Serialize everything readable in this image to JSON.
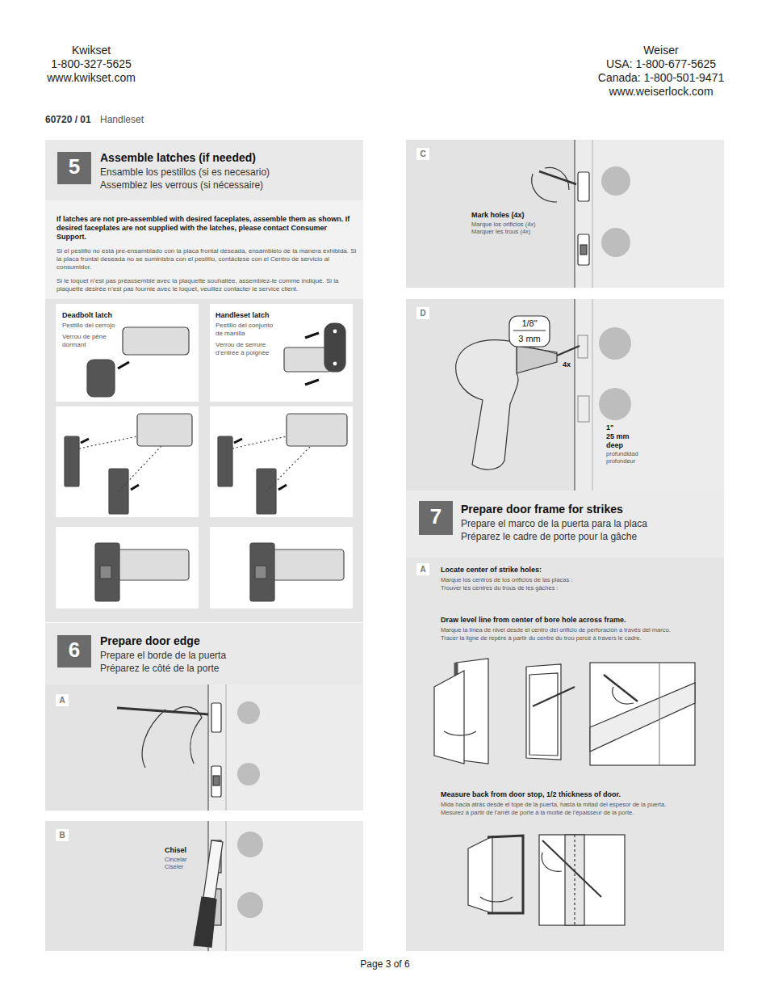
{
  "diagram": {
    "nodes": [
      {
        "text": [
          "Assemble latches (if needed)",
          "Ensamble los pestillos (si es necesario)",
          "Assemblez les verrous (si nécessaire)"
        ]
      },
      {
        "text": [
          "5"
        ],
        "in": 0
      },
      {
        "text": [
          "If latches are not pre-assembled with desired faceplates, assemble them as shown. If desired faceplates are not supplied with the latches, please contact Consumer Support.",
          "Si el pestillo no está pre-ensamblado con la placa frontal deseada, ensámblelo de la manera exhibida. Si la placa frontal deseada no se suministra con el pestillo, contáctese con el Centro de servicio al consumidor.",
          "Si le loquet n’est pas préassemblé avec la plaquette souhaitée, assemblez-le comme indiqué. Si la plaquette désirée n’est pas fournie avec le loquet, veuillez contacter le service client."
        ],
        "in": 0
      },
      {
        "text": [
          "Deadbolt latch",
          "Pestillo del cerrojo",
          "Verrou de pêne dormant"
        ],
        "in": 0
      },
      {
        "text": [
          "Handleset latch",
          "Pestillo del conjunto de manilla",
          "Verrou de serrure d’entrée à poignée"
        ],
        "in": 0
      },
      {
        "text": [
          "Prepare door edge",
          "Prepare el borde de la puerta",
          "Préparez le côté de la porte"
        ]
      },
      {
        "text": [
          "6"
        ],
        "in": 5
      },
      {
        "text": [
          "A"
        ]
      },
      {
        "text": [
          "B",
          "Chisel",
          "Cincelar",
          "Ciseler"
        ]
      },
      {
        "text": [
          "C",
          "Mark holes (4x)",
          "Marque los orificios (4x)",
          "Marquer les trous (4x)"
        ]
      },
      {
        "text": [
          "D",
          "1/8\"",
          "3 mm",
          "4x",
          "1\"",
          "25 mm",
          "deep",
          "profundidad",
          "profondeur"
        ]
      },
      {
        "text": [
          "Prepare door frame for strikes",
          "Prepare el marco de la puerta para la placa",
          "Préparez le cadre de porte pour la gâche"
        ]
      },
      {
        "text": [
          "7"
        ],
        "in": 11
      },
      {
        "text": [
          "A",
          "Locate center of strike holes:",
          "Marque los centros de los orificios de las placas :",
          "Trouver les centres du trous de les gâches :",
          "Draw level line from center of bore hole across frame.",
          "Marque la línea de nivel desde el centro del orificio de perforación a través del marco.",
          "Tracer la ligne de repère à partir du centre du trou percé à travers le cadre.",
          "Measure back from door stop, 1/2 thickness of door.",
          "Mida hacia atrás desde el tope de la puerta, hasta la mitad del espesor de la puerta.",
          "Mesurez à partir de l’arrêt de porte à la moitié de l’épaisseur de la porte."
        ]
      }
    ],
    "labels": [
      "Kwikset",
      "1-800-327-5625",
      "www.kwikset.com",
      "Weiser",
      "USA: 1-800-677-5625",
      "Canada: 1-800-501-9471",
      "www.weiserlock.com",
      "60720 / 01",
      "Handleset",
      "Page 3 of 6"
    ]
  }
}
